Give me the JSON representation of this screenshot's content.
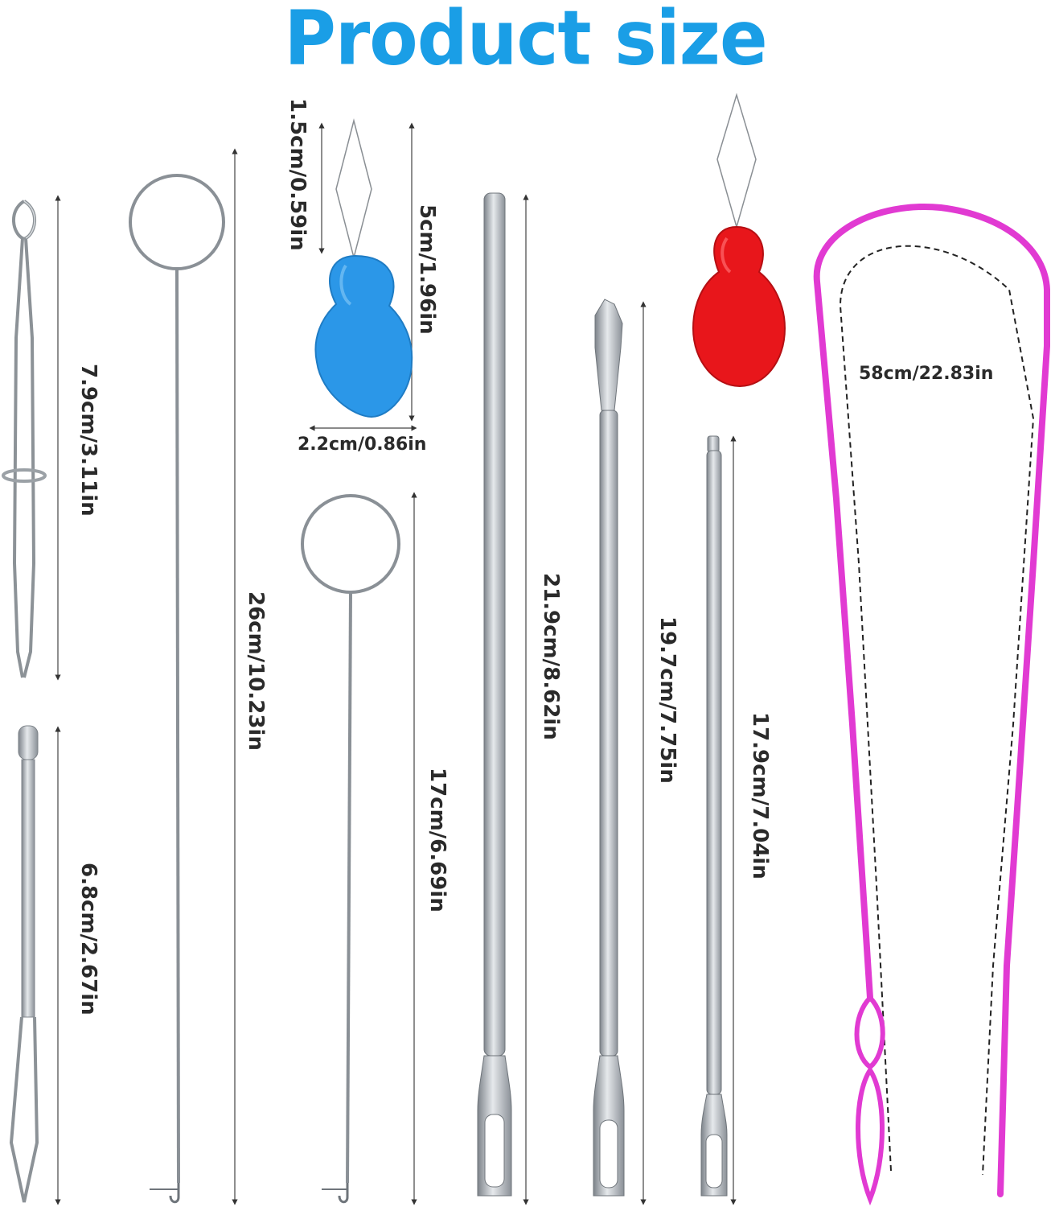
{
  "title": "Product size",
  "colors": {
    "title": "#1a9ee6",
    "blue_threader": "#2b97e8",
    "red_threader": "#e8161b",
    "pink_threader": "#e13ad2",
    "metal": "#9aa0a6"
  },
  "items": [
    {
      "name": "elastic-threader-clip",
      "size": "7.9cm/3.11in"
    },
    {
      "name": "bodkin-small",
      "size": "6.8cm/2.67in"
    },
    {
      "name": "latch-hook-long",
      "size": "26cm/10.23in"
    },
    {
      "name": "blue-threader-wire",
      "size": "1.5cm/0.59in"
    },
    {
      "name": "blue-threader-height",
      "size": "5cm/1.96in"
    },
    {
      "name": "blue-threader-width",
      "size": "2.2cm/0.86in"
    },
    {
      "name": "latch-hook-short",
      "size": "17cm/6.69in"
    },
    {
      "name": "lacing-needle-large",
      "size": "21.9cm/8.62in"
    },
    {
      "name": "lacing-needle-medium",
      "size": "19.7cm/7.75in"
    },
    {
      "name": "lacing-needle-small",
      "size": "17.9cm/7.04in"
    },
    {
      "name": "flexible-threader-pink",
      "size": "58cm/22.83in"
    }
  ]
}
